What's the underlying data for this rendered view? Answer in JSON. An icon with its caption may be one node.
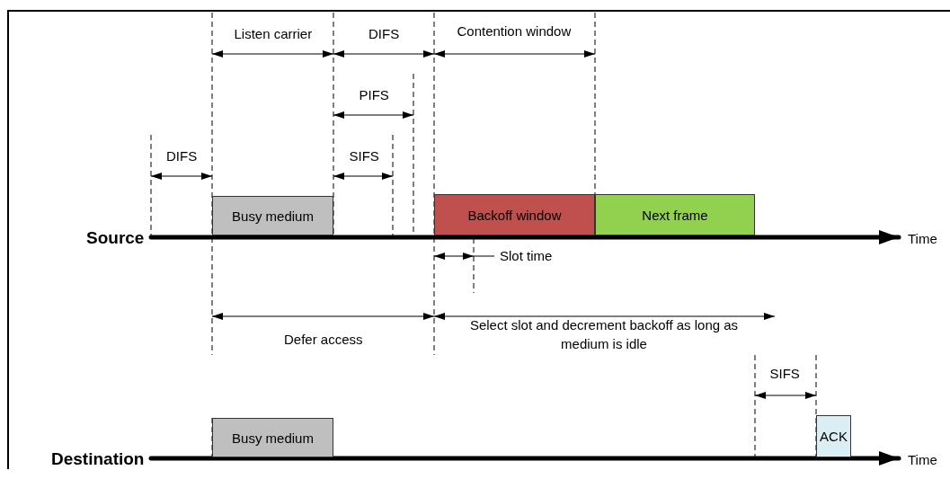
{
  "diagram": {
    "nodes": [
      {
        "text": [
          "Busy medium"
        ]
      },
      {
        "text": [
          "Backoff window"
        ]
      },
      {
        "text": [
          "Next frame"
        ]
      },
      {
        "text": [
          "Busy medium"
        ]
      },
      {
        "text": [
          "ACK"
        ]
      }
    ],
    "labels": [
      "Listen carrier",
      "DIFS",
      "Contention window",
      "PIFS",
      "DIFS",
      "SIFS",
      "Source",
      "Time",
      "Slot time",
      "Defer access",
      "Select slot and decrement backoff as long as medium is idle",
      "SIFS",
      "Destination",
      "Time"
    ]
  }
}
